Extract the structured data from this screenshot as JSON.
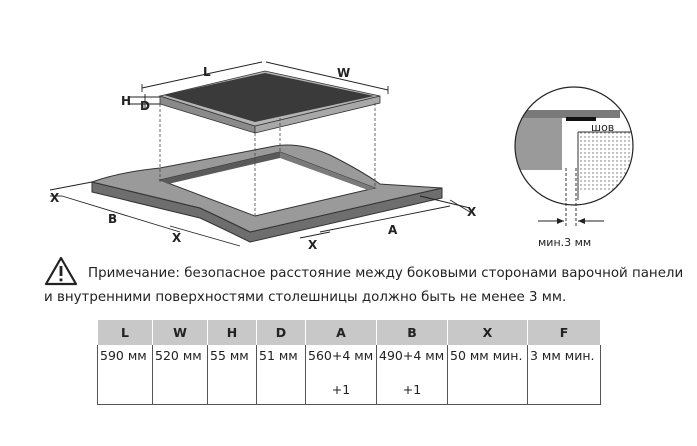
{
  "diagram": {
    "labels": {
      "L": "L",
      "W": "W",
      "H": "H",
      "D": "D",
      "X_left": "X",
      "B": "B",
      "X_bottom": "X",
      "X_front": "X",
      "A": "A",
      "X_right": "X"
    },
    "detail": {
      "seam": "шов",
      "min_gap": "мин.3 мм"
    }
  },
  "note": {
    "line1": "Примечание: безопасное расстояние между боковыми сторонами варочной панели",
    "line2": "и внутренними поверхностями столешницы должно быть не менее 3 мм."
  },
  "table": {
    "headers": [
      "L",
      "W",
      "H",
      "D",
      "A",
      "B",
      "X",
      "F"
    ],
    "row1": [
      "590 мм",
      "520 мм",
      "55 мм",
      "51 мм",
      "560+4 мм",
      "490+4 мм",
      "50 мм мин.",
      "3 мм мин."
    ],
    "row2": [
      "",
      "",
      "",
      "",
      "+1",
      "+1",
      "",
      ""
    ]
  },
  "colors": {
    "glass": "#3a3a3a",
    "counter": "#9a9a9a",
    "header_bg": "#c8c8c8",
    "line": "#222222"
  }
}
